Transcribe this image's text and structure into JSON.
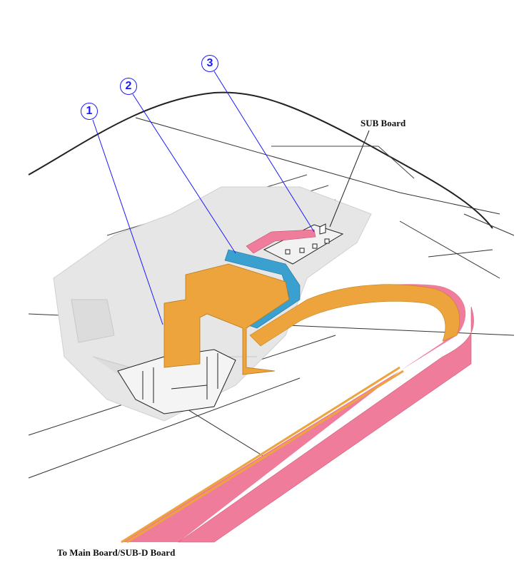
{
  "callouts": [
    {
      "number": "1"
    },
    {
      "number": "2"
    },
    {
      "number": "3"
    }
  ],
  "labels": {
    "sub_board": "SUB Board",
    "to_main_board": "To Main Board/SUB-D Board"
  },
  "colors": {
    "callout": "#1a1aff",
    "orange_cable": "#eea43c",
    "pink_cable": "#f07c9c",
    "blue_cable": "#3aa0d0",
    "carriage_gray": "#e6e6e6"
  }
}
